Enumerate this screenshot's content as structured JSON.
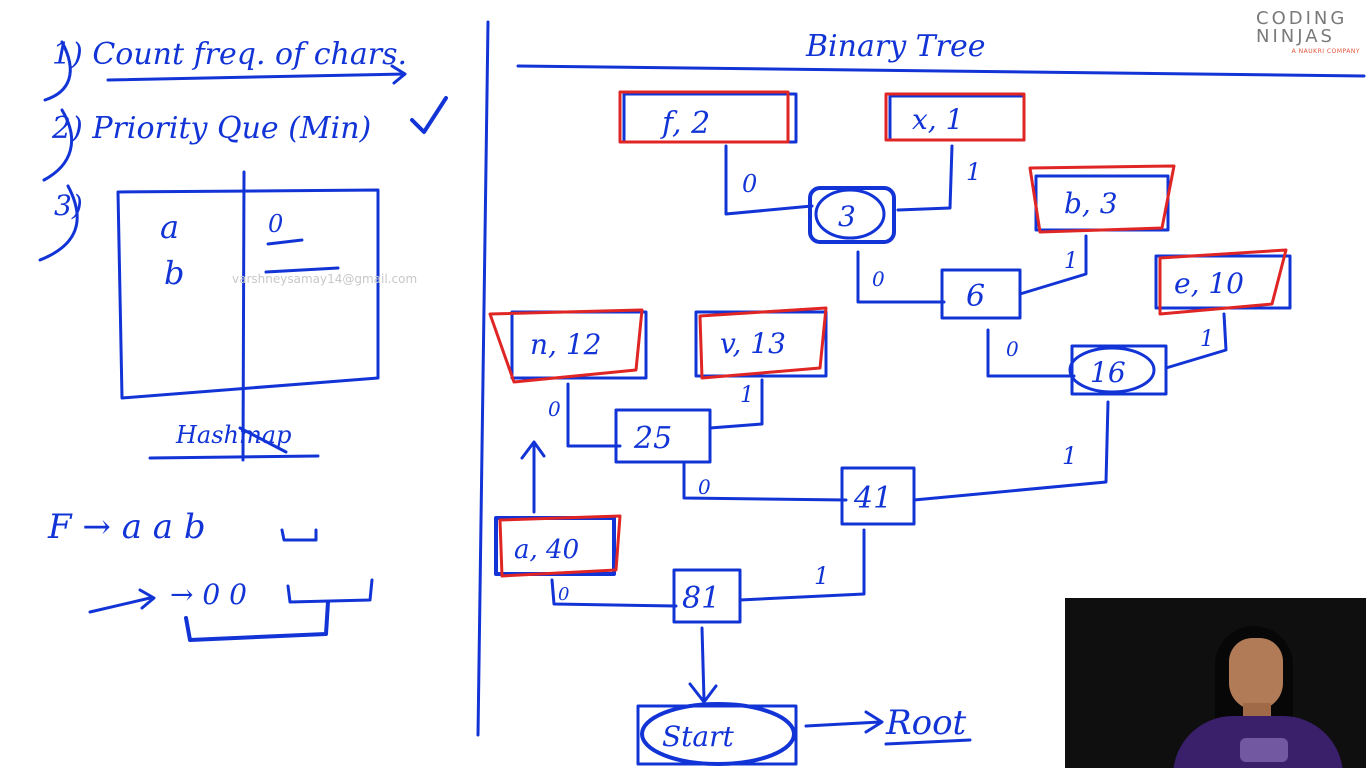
{
  "logo": {
    "line1": "CODING",
    "line2": "NINJAS",
    "tagline": "A NAUKRI COMPANY"
  },
  "watermark": "varshneysamay14@gmail.com",
  "left_panel": {
    "step1": "1)  Count freq. of chars.",
    "step2": "2)  Priority Que (Min)",
    "step3": "3)",
    "hashmap": {
      "keys": [
        "a",
        "b"
      ],
      "values": [
        "0",
        ""
      ],
      "label": "Hashmap"
    },
    "example_input": "F → a a b",
    "example_output": "→ 0 0"
  },
  "right_panel": {
    "title": "Binary Tree",
    "leaves": [
      {
        "id": "leaf-f",
        "label": "f, 2"
      },
      {
        "id": "leaf-x",
        "label": "x, 1"
      },
      {
        "id": "leaf-b",
        "label": "b, 3"
      },
      {
        "id": "leaf-e",
        "label": "e, 10"
      },
      {
        "id": "leaf-n",
        "label": "n, 12"
      },
      {
        "id": "leaf-v",
        "label": "v, 13"
      },
      {
        "id": "leaf-a",
        "label": "a, 40"
      }
    ],
    "internal_nodes": [
      {
        "id": "node-3",
        "label": "3"
      },
      {
        "id": "node-6",
        "label": "6"
      },
      {
        "id": "node-16",
        "label": "16"
      },
      {
        "id": "node-25",
        "label": "25"
      },
      {
        "id": "node-41",
        "label": "41"
      },
      {
        "id": "node-81",
        "label": "81"
      }
    ],
    "edge_bits": [
      "0",
      "1"
    ],
    "start_label": "Start",
    "root_label": "Root"
  },
  "colors": {
    "ink": "#1234d6",
    "highlight": "#e02525"
  }
}
